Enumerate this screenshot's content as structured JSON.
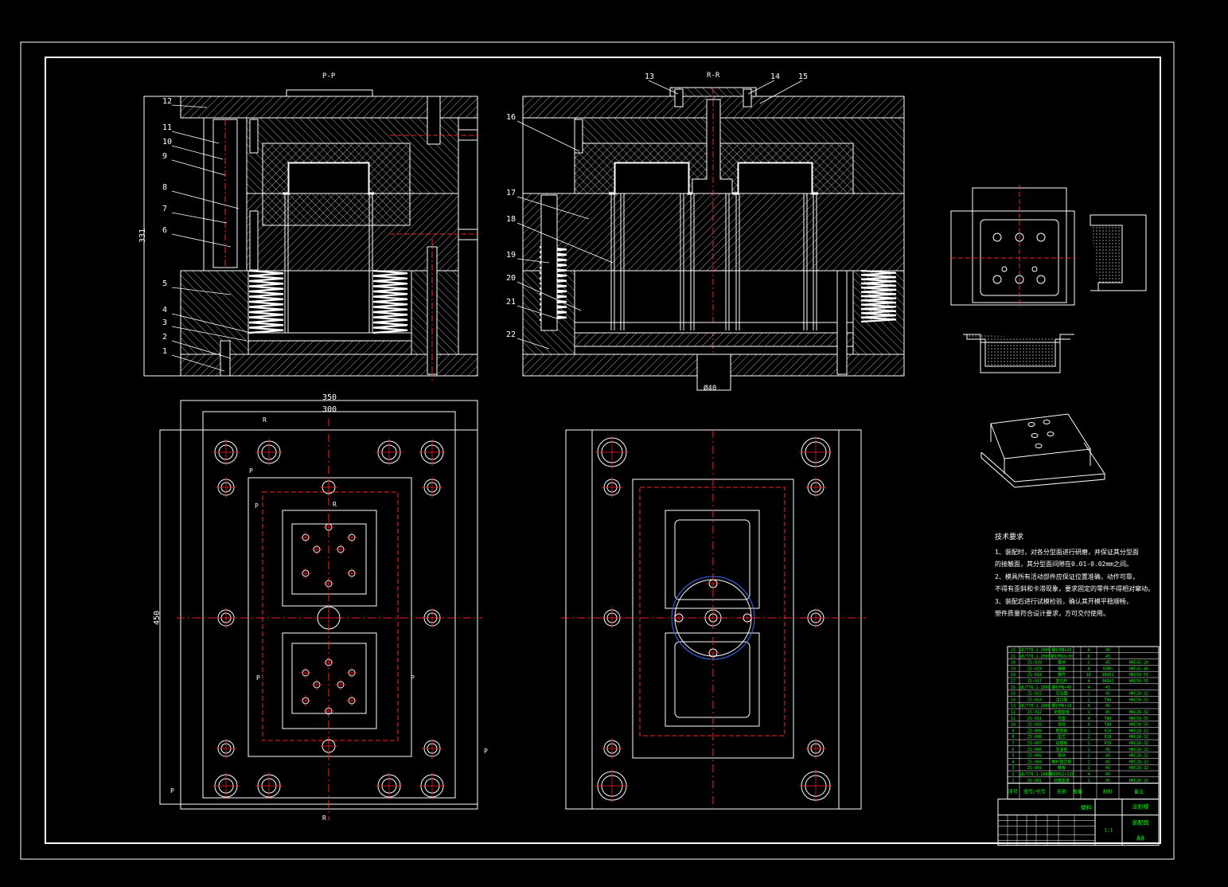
{
  "drawing": {
    "colors": {
      "background": "#000000",
      "line": "#ffffff",
      "center": "#ff2020",
      "dim": "#3a6bff",
      "text": "#00ff00"
    },
    "section_titles": {
      "left": "P-P",
      "right": "R-R"
    },
    "left_callouts": [
      "12",
      "11",
      "10",
      "9",
      "8",
      "7",
      "6",
      "5",
      "4",
      "3",
      "2",
      "1"
    ],
    "right_top_callouts": [
      "13",
      "14",
      "15"
    ],
    "right_side_callouts": [
      "16",
      "17",
      "18",
      "19",
      "20",
      "21",
      "22"
    ],
    "dims": {
      "height": "331",
      "width_outer": "350",
      "width_inner": "300",
      "length": "450",
      "nozzle": "Ø40"
    },
    "section_marks": {
      "p": "P",
      "r": "R"
    }
  },
  "tech": {
    "title": "技术要求",
    "lines": [
      "1、装配时，对各分型面进行研磨，并保证其分型面",
      "的接触面，其分型面间隙在0.01-0.02mm之间。",
      "2、模具所有活动部件应保证位置准确，动作可靠，",
      "不得有歪斜和卡滞现象，要求固定的零件不得相对窜动。",
      "3、装配后进行试模检验，确认其开模平稳顺畅，",
      "塑件质量符合设计要求，方可交付使用。"
    ]
  },
  "bom": {
    "rows": [
      [
        "22",
        "GB/T70.1-2000",
        "螺钉M8×25",
        "4",
        "45",
        ""
      ],
      [
        "21",
        "GB/T70.1-2000",
        "螺钉M10×30",
        "6",
        "45",
        ""
      ],
      [
        "20",
        "ZS-020",
        "垫块",
        "2",
        "45",
        "HRC42-28"
      ],
      [
        "19",
        "ZS-019",
        "弹簧",
        "4",
        "65Mn",
        "HRC42-48"
      ],
      [
        "18",
        "ZS-018",
        "推杆",
        "16",
        "SKD61",
        "HRC50-55"
      ],
      [
        "17",
        "ZS-017",
        "复位杆",
        "4",
        "SKD61",
        "HRC50-55"
      ],
      [
        "16",
        "GB/T70.1-2000",
        "螺钉M6×45",
        "4",
        "45",
        ""
      ],
      [
        "15",
        "ZS-015",
        "定位圈",
        "1",
        "45",
        "HRC28-32"
      ],
      [
        "14",
        "ZS-014",
        "浇口套",
        "1",
        "T8A",
        "HRC50-55"
      ],
      [
        "13",
        "GB/T70.1-2000",
        "螺钉M6×15",
        "4",
        "45",
        ""
      ],
      [
        "12",
        "ZS-012",
        "定模座板",
        "1",
        "45",
        "HRC28-32"
      ],
      [
        "11",
        "ZS-011",
        "导套",
        "4",
        "T8A",
        "HRC50-55"
      ],
      [
        "10",
        "ZS-010",
        "导柱",
        "4",
        "T8A",
        "HRC50-55"
      ],
      [
        "9",
        "ZS-009",
        "型腔板",
        "1",
        "P20",
        "HRC28-32"
      ],
      [
        "8",
        "ZS-008",
        "型芯",
        "2",
        "P20",
        "HRC28-32"
      ],
      [
        "7",
        "ZS-007",
        "动模板",
        "1",
        "P20",
        "HRC28-32"
      ],
      [
        "6",
        "ZS-006",
        "支承板",
        "1",
        "45",
        "HRC28-32"
      ],
      [
        "5",
        "ZS-005",
        "垫块",
        "2",
        "45",
        "HRC28-32"
      ],
      [
        "4",
        "ZS-004",
        "推杆固定板",
        "1",
        "45",
        "HRC28-32"
      ],
      [
        "3",
        "ZS-003",
        "推板",
        "1",
        "45",
        "HRC28-32"
      ],
      [
        "2",
        "GB/T70.1-2000",
        "螺钉M12×110",
        "4",
        "45",
        ""
      ],
      [
        "1",
        "ZS-001",
        "动模座板",
        "1",
        "45",
        "HRC28-32"
      ]
    ],
    "header": [
      "序号",
      "图号/代号",
      "名称",
      "数量",
      "材料",
      "备注"
    ],
    "title_block": {
      "designer": "注射模",
      "material": "塑料",
      "product": "装配图",
      "scale": "1:1",
      "sheet": "A0"
    }
  }
}
